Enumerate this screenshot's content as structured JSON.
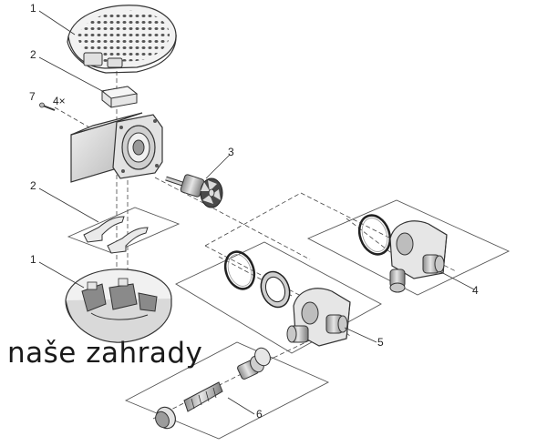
{
  "callouts": {
    "c1_top": "1",
    "c2_top": "2",
    "c7": "7",
    "c4x": "4×",
    "c3": "3",
    "c2_mid": "2",
    "c1_bottom": "1",
    "c4": "4",
    "c5": "5",
    "c6": "6"
  },
  "watermark": "naše zahrady",
  "colors": {
    "line": "#333333",
    "part_fill": "#dcdcdc",
    "part_dark": "#9a9a9a",
    "frame": "#555555"
  }
}
